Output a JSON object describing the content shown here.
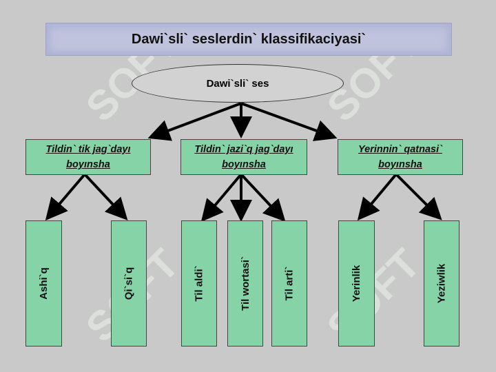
{
  "title": "Dawi`sli` seslerdin` klassifikaciyasi`",
  "watermark": "SOFT",
  "root": "Dawi`sli` ses",
  "categories": [
    {
      "line1": "Tildin` tik jag`dayı",
      "line2": "boyınsha"
    },
    {
      "line1": "Tildin` jazi`q jag`dayı",
      "line2": "boyınsha"
    },
    {
      "line1": "Yerinnin` qatnasi`",
      "line2": "boyınsha"
    }
  ],
  "leaves": [
    "Ashi`q",
    "Qi`si`q",
    "Til aldi`",
    "Til wortasi`",
    "Til arti`",
    "Yerinlik",
    "Yeziwlik"
  ],
  "colors": {
    "background": "#c9c9c9",
    "box_fill": "#86d3a7",
    "title_fill": "#c0c3dd"
  }
}
